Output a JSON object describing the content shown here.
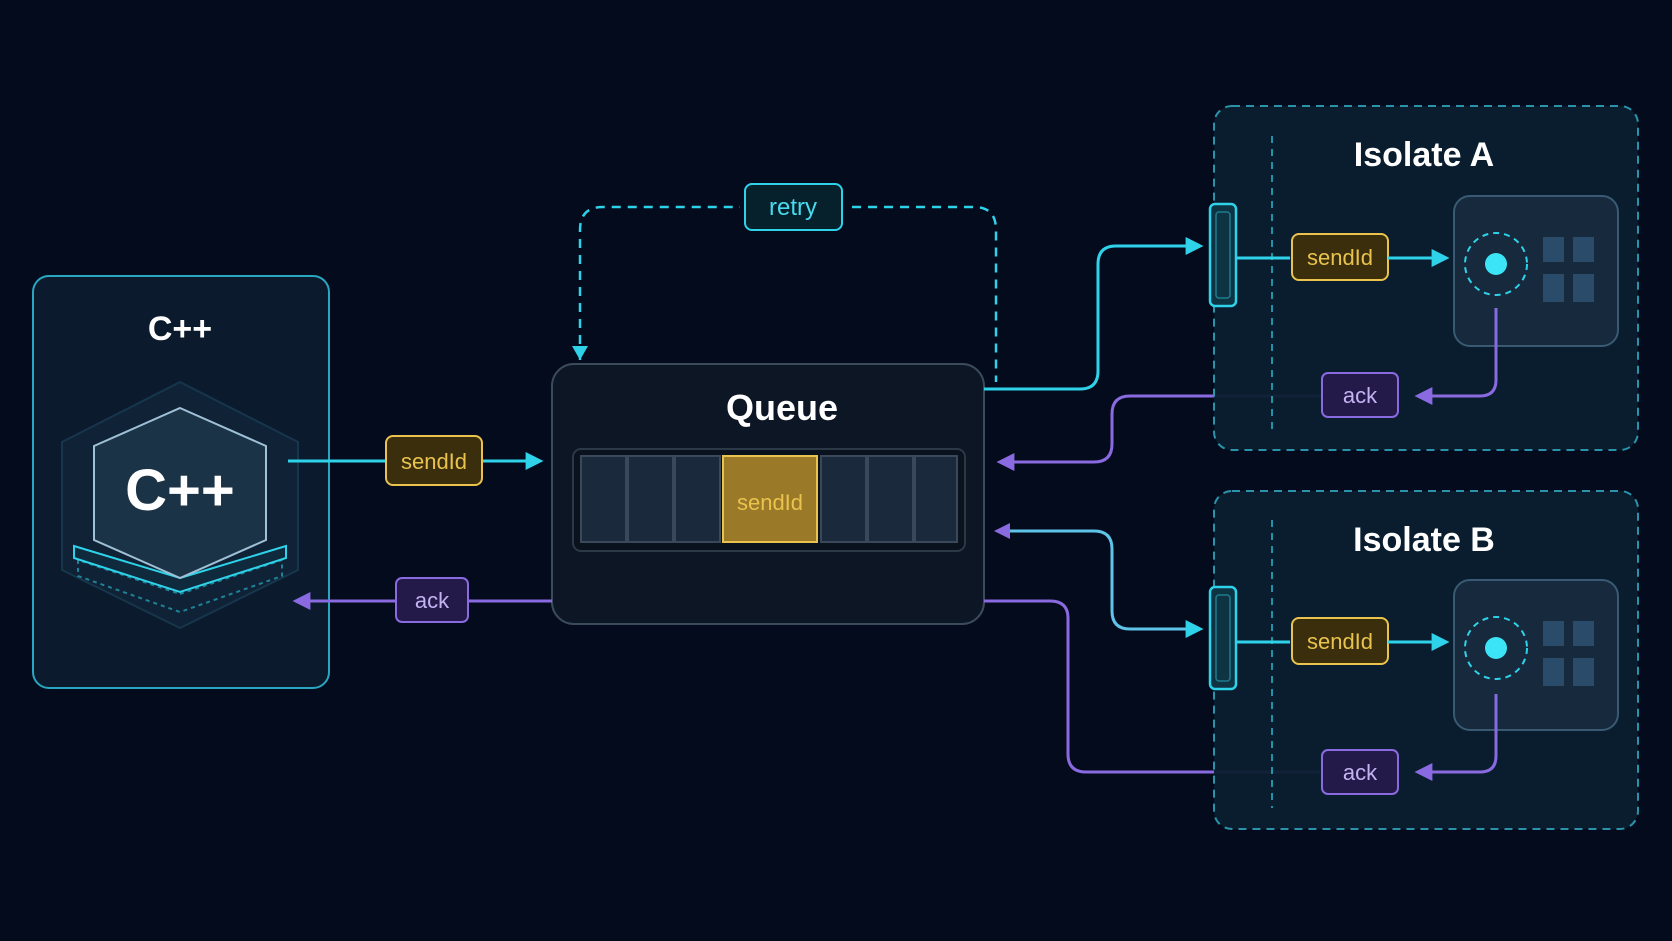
{
  "cpp_node": {
    "title": "C++",
    "logo_text": "C++"
  },
  "queue_node": {
    "title": "Queue",
    "active_slot_label": "sendId"
  },
  "isolate_a": {
    "title": "Isolate A"
  },
  "isolate_b": {
    "title": "Isolate B"
  },
  "edge_labels": {
    "cpp_to_queue": "sendId",
    "queue_to_cpp": "ack",
    "retry": "retry",
    "isolate_a_send": "sendId",
    "isolate_a_ack": "ack",
    "isolate_b_send": "sendId",
    "isolate_b_ack": "ack"
  },
  "colors": {
    "background": "#040b1c",
    "cyan": "#2ed3ea",
    "purple": "#8a6ae0",
    "yellow": "#e9c34e"
  }
}
